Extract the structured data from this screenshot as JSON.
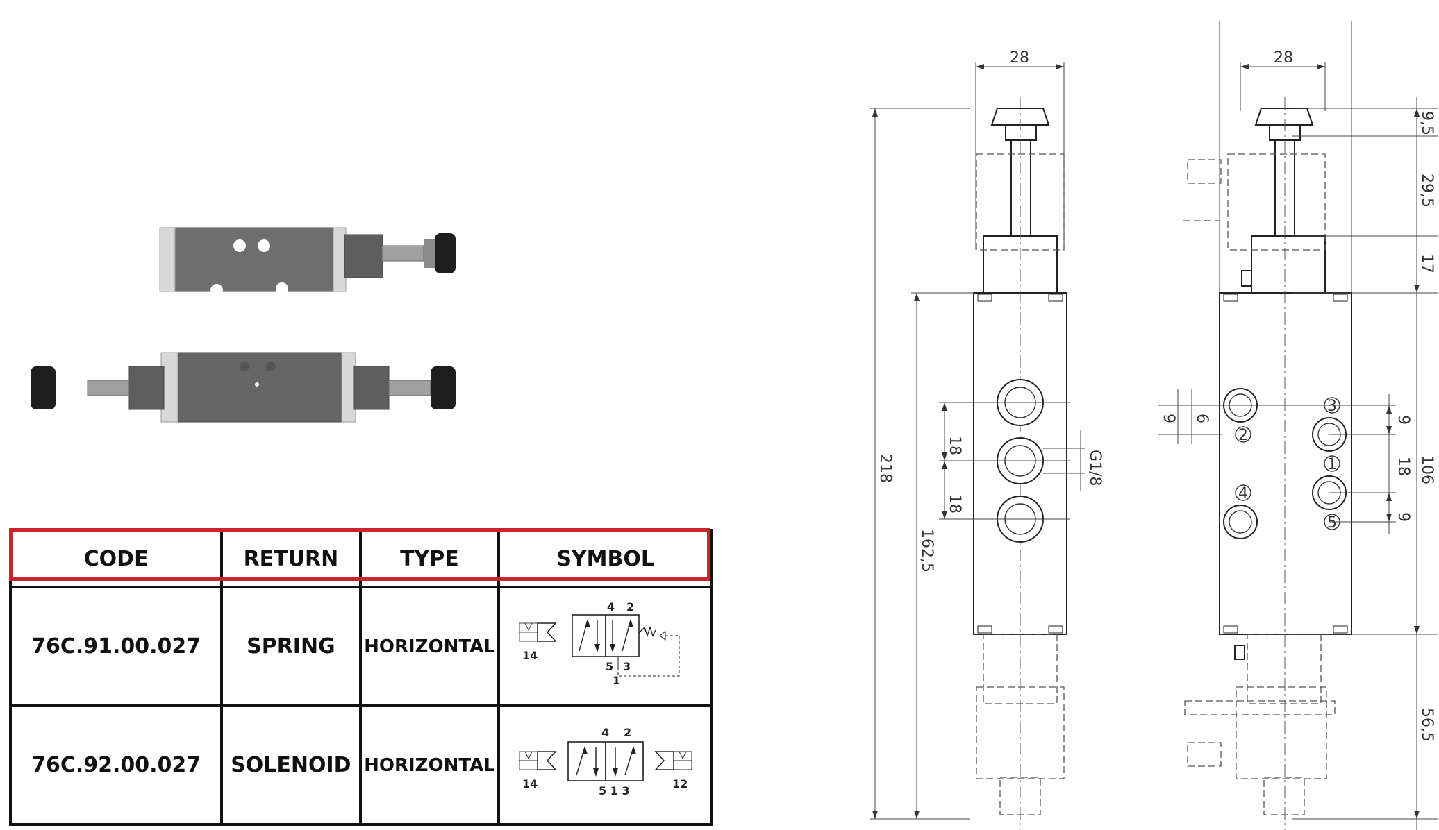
{
  "table": {
    "headers": [
      "CODE",
      "RETURN",
      "TYPE",
      "SYMBOL"
    ],
    "rows": [
      {
        "code": "76C.91.00.027",
        "return": "SPRING",
        "type": "HORIZONTAL",
        "symbol_ports": {
          "p14": "14",
          "p4": "4",
          "p2": "2",
          "p5": "5",
          "p3": "3",
          "p1": "1"
        }
      },
      {
        "code": "76C.92.00.027",
        "return": "SOLENOID",
        "type": "HORIZONTAL",
        "symbol_ports": {
          "p14": "14",
          "p4": "4",
          "p2": "2",
          "p513": "5 1 3",
          "p12": "12"
        }
      }
    ]
  },
  "front_view": {
    "width_dim": "28",
    "total_height_dim": "218",
    "body_height_dim": "162,5",
    "port_spacing_top": "18",
    "port_spacing_bottom": "18",
    "thread_dim": "G1/8"
  },
  "side_view": {
    "width_dim": "28",
    "knob_dim": "9,5",
    "stem_dim": "29,5",
    "coil_dim": "17",
    "body_height_dim": "106",
    "left_offset_a": "9",
    "left_offset_b": "6",
    "right_spacing_top": "9",
    "right_spacing_mid": "18",
    "right_spacing_bottom": "9",
    "extension_dim": "56,5",
    "ports": [
      "3",
      "2",
      "1",
      "4",
      "5"
    ]
  }
}
